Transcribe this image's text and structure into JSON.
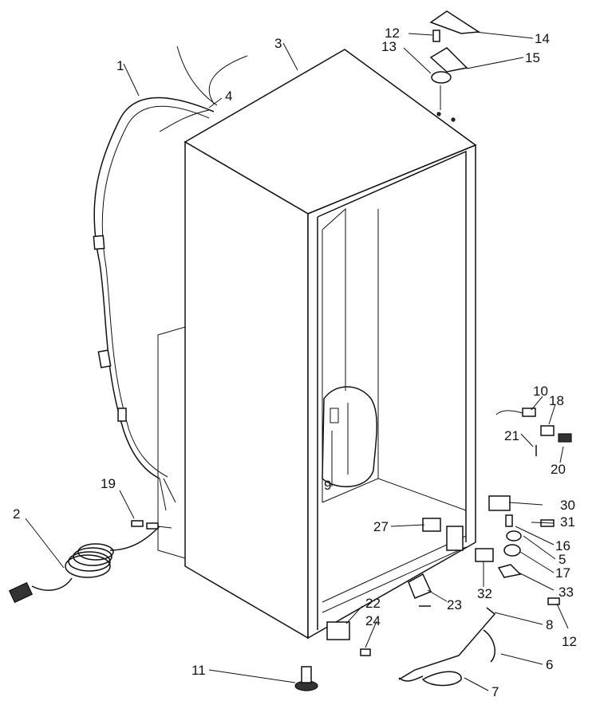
{
  "callouts": [
    {
      "id": "c1",
      "text": "1"
    },
    {
      "id": "c2",
      "text": "2"
    },
    {
      "id": "c3",
      "text": "3"
    },
    {
      "id": "c4",
      "text": "4"
    },
    {
      "id": "c5",
      "text": "5"
    },
    {
      "id": "c6",
      "text": "6"
    },
    {
      "id": "c7",
      "text": "7"
    },
    {
      "id": "c8",
      "text": "8"
    },
    {
      "id": "c9",
      "text": "9"
    },
    {
      "id": "c10",
      "text": "10"
    },
    {
      "id": "c11",
      "text": "11"
    },
    {
      "id": "c12a",
      "text": "12"
    },
    {
      "id": "c12b",
      "text": "12"
    },
    {
      "id": "c13",
      "text": "13"
    },
    {
      "id": "c14",
      "text": "14"
    },
    {
      "id": "c15",
      "text": "15"
    },
    {
      "id": "c16",
      "text": "16"
    },
    {
      "id": "c17",
      "text": "17"
    },
    {
      "id": "c18",
      "text": "18"
    },
    {
      "id": "c19",
      "text": "19"
    },
    {
      "id": "c20",
      "text": "20"
    },
    {
      "id": "c21",
      "text": "21"
    },
    {
      "id": "c22",
      "text": "22"
    },
    {
      "id": "c23",
      "text": "23"
    },
    {
      "id": "c24",
      "text": "24"
    },
    {
      "id": "c27",
      "text": "27"
    },
    {
      "id": "c30",
      "text": "30"
    },
    {
      "id": "c31",
      "text": "31"
    },
    {
      "id": "c32",
      "text": "32"
    },
    {
      "id": "c33",
      "text": "33"
    }
  ]
}
